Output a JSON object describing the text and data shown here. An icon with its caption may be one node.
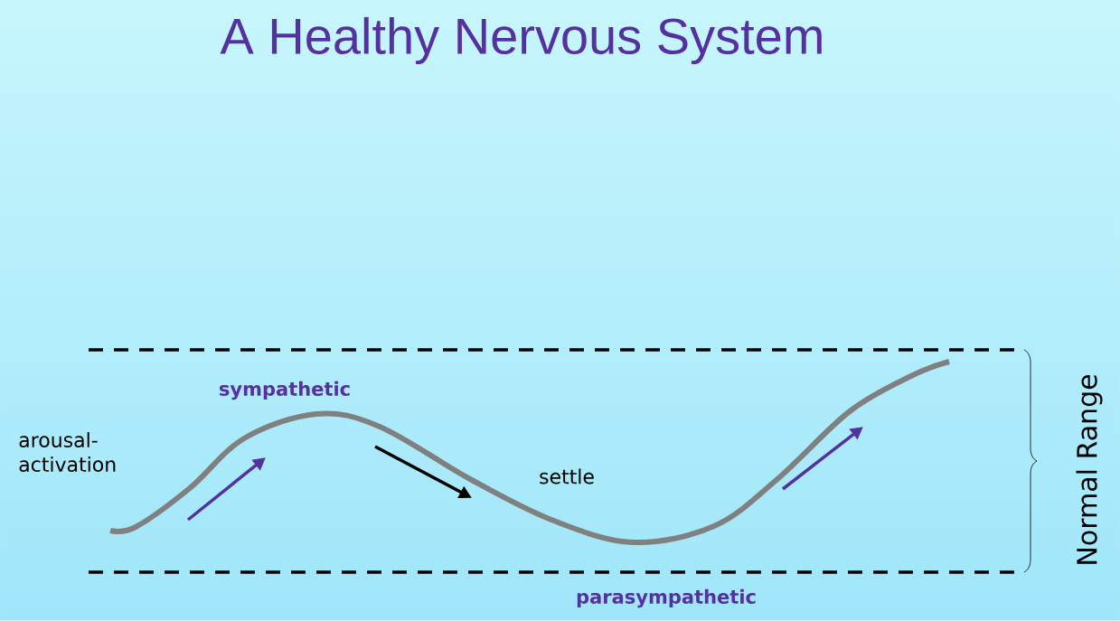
{
  "diagram": {
    "title": "A Healthy Nervous System",
    "labels": [
      "sympathetic",
      "arousal-activation",
      "settle",
      "Normal Range",
      "parasympathetic"
    ]
  }
}
